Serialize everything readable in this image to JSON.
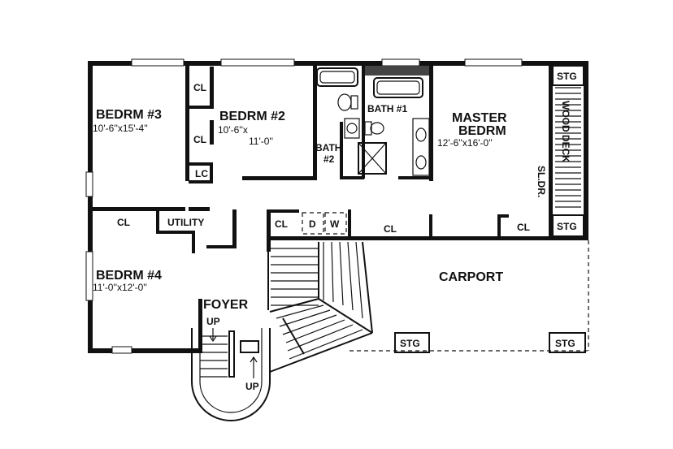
{
  "rooms": {
    "bedroom3": {
      "name": "BEDRM #3",
      "size": "10'-6''x15'-4''"
    },
    "bedroom2": {
      "name": "BEDRM #2",
      "size_line1": "10'-6''x",
      "size_line2": "11'-0''"
    },
    "bath1": {
      "name": "BATH #1"
    },
    "bath2": {
      "name_line1": "BATH",
      "name_line2": "#2"
    },
    "master": {
      "name_line1": "MASTER",
      "name_line2": "BEDRM",
      "size": "12'-6''x16'-0''"
    },
    "bedroom4": {
      "name": "BEDRM #4",
      "size": "11'-0''x12'-0''"
    },
    "utility": {
      "name": "UTILITY"
    },
    "foyer": {
      "name": "FOYER"
    },
    "carport": {
      "name": "CARPORT"
    },
    "wood_deck": {
      "name": "WOOD DECK"
    }
  },
  "labels": {
    "closet": "CL",
    "linen_closet": "LC",
    "storage": "STG",
    "dryer": "D",
    "washer": "W",
    "sliding_door": "SL.DR.",
    "stair_up": "UP"
  }
}
